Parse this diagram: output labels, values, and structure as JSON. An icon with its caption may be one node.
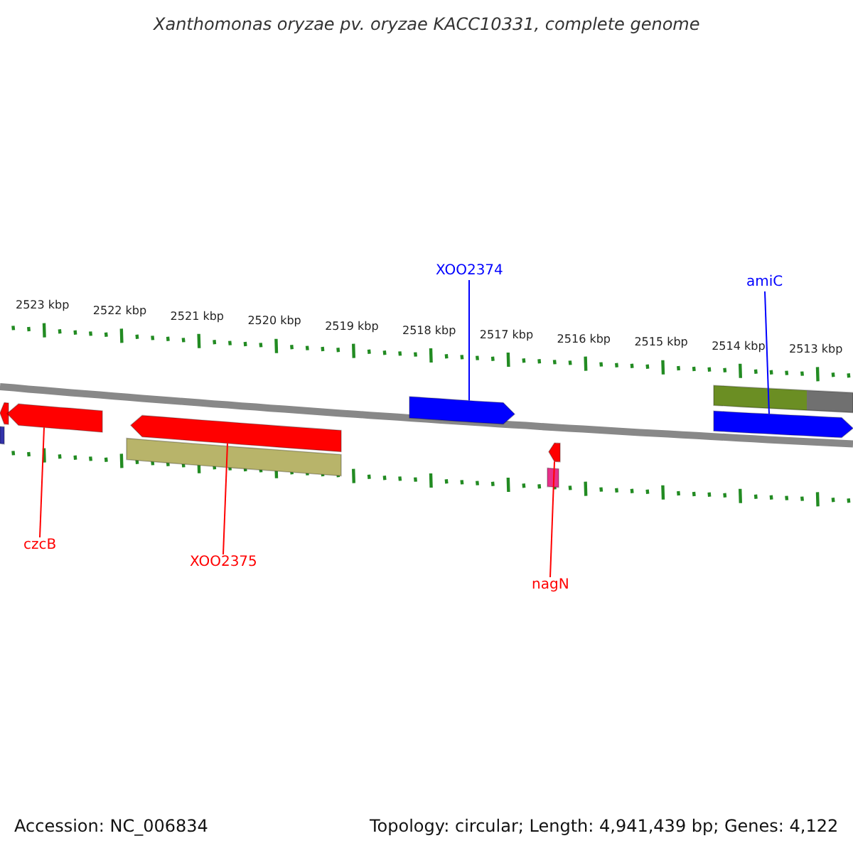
{
  "diagram": {
    "title": "Xanthomonas oryzae pv. oryzae KACC10331, complete genome",
    "nodes": [
      {
        "text": [],
        "shape": "arrow"
      },
      {
        "text": [],
        "shape": "bar"
      },
      {
        "text": [
          "czcB"
        ]
      },
      {
        "text": [],
        "shape": "arrow"
      },
      {
        "text": [
          "XOO2375"
        ]
      },
      {
        "text": [],
        "shape": "arrow"
      },
      {
        "text": [],
        "shape": "bar"
      },
      {
        "text": [
          "XOO2374"
        ]
      },
      {
        "text": [],
        "shape": "arrow"
      },
      {
        "text": [
          "nagN"
        ]
      },
      {
        "text": [],
        "shape": "arrow"
      },
      {
        "text": [],
        "shape": "bar"
      },
      {
        "text": [
          "amiC"
        ]
      },
      {
        "text": [],
        "shape": "bar"
      },
      {
        "text": [],
        "shape": "arrow"
      }
    ],
    "edges": [
      {
        "from": 2,
        "to": 3,
        "arrow": "none",
        "color": "#ff0000"
      },
      {
        "from": 4,
        "to": 5,
        "arrow": "none",
        "color": "#ff0000"
      },
      {
        "from": 7,
        "to": 8,
        "arrow": "none",
        "color": "#0000ff"
      },
      {
        "from": 9,
        "to": 10,
        "arrow": "none",
        "color": "#ff0000"
      },
      {
        "from": 12,
        "to": 14,
        "arrow": "none",
        "color": "#0000ff"
      }
    ],
    "labels": [
      "2523 kbp",
      "2522 kbp",
      "2521 kbp",
      "2520 kbp",
      "2519 kbp",
      "2518 kbp",
      "2517 kbp",
      "2516 kbp",
      "2515 kbp",
      "2514 kbp",
      "2513 kbp",
      "Accession: NC_006834",
      "Topology: circular; Length: 4,941,439 bp; Genes: 4,122"
    ]
  }
}
